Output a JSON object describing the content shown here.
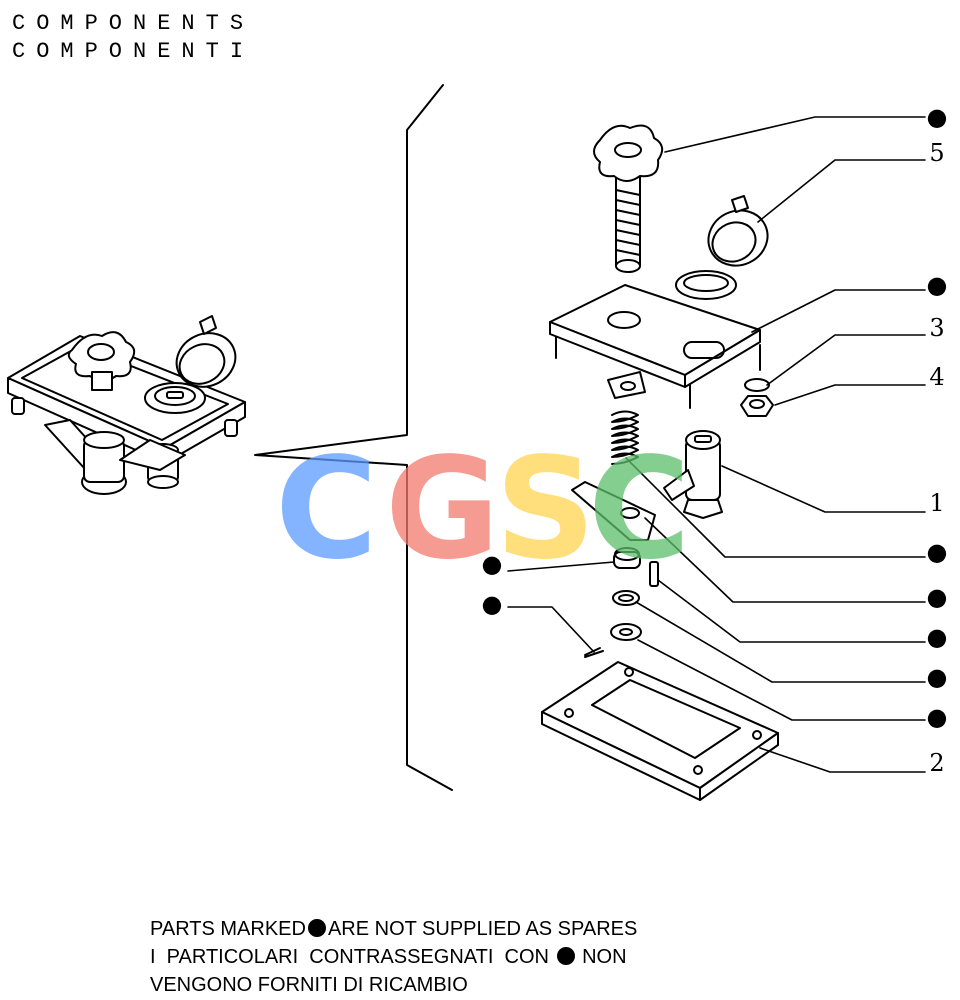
{
  "header": {
    "title_en": "COMPONENTS",
    "title_it": "COMPONENTI"
  },
  "callouts": [
    {
      "label": "●"
    },
    {
      "label": "5"
    },
    {
      "label": "●"
    },
    {
      "label": "3"
    },
    {
      "label": "4"
    },
    {
      "label": "1"
    },
    {
      "label": "●"
    },
    {
      "label": "●"
    },
    {
      "label": "●"
    },
    {
      "label": "●"
    },
    {
      "label": "●"
    },
    {
      "label": "2"
    },
    {
      "label": "●"
    },
    {
      "label": "●"
    }
  ],
  "footer": {
    "line1_a": "PARTS MARKED",
    "line1_b": "ARE NOT SUPPLIED AS SPARES",
    "line2_a": "I  PARTICOLARI  CONTRASSEGNATI  CON",
    "line2_b": "NON",
    "line3": "VENGONO FORNITI DI RICAMBIO"
  },
  "watermark": {
    "letters": [
      "C",
      "G",
      "S",
      "C"
    ],
    "colors": [
      "#5b9cff",
      "#f47a6e",
      "#ffd54f",
      "#5cbf6b"
    ]
  }
}
